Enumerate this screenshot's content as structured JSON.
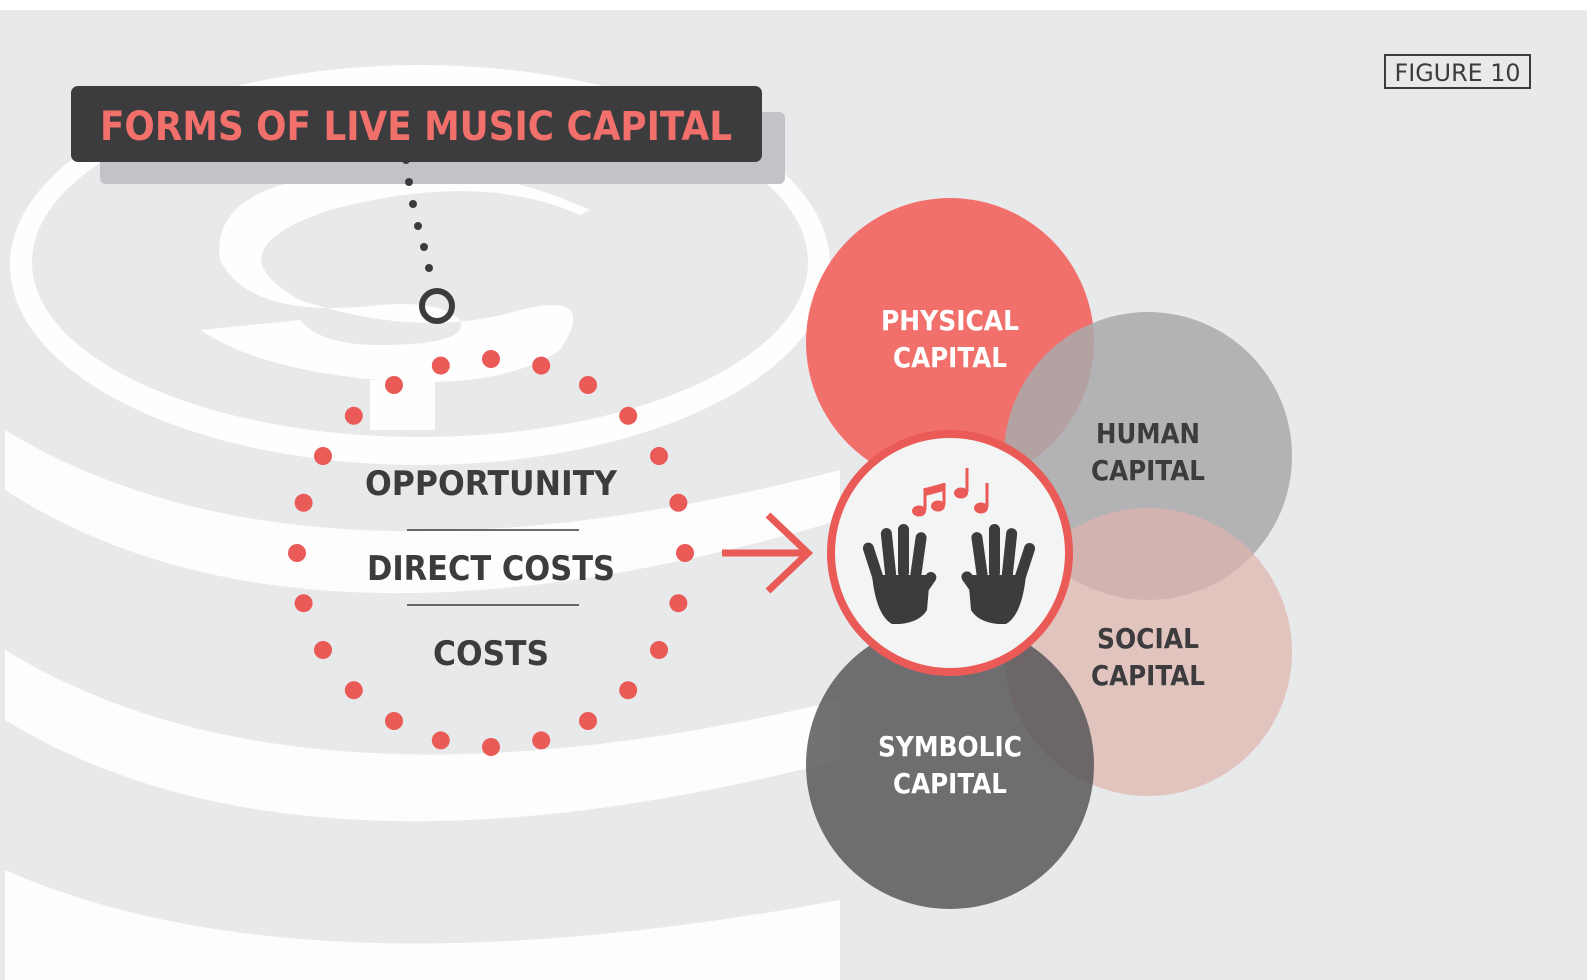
{
  "title": "FORMS OF LIVE MUSIC CAPITAL",
  "figure_label": "FIGURE 10",
  "costs": [
    "OPPORTUNITY",
    "DIRECT COSTS",
    "COSTS"
  ],
  "capitals": [
    {
      "line1": "PHYSICAL",
      "line2": "CAPITAL",
      "color": "#f2706b"
    },
    {
      "line1": "HUMAN",
      "line2": "CAPITAL",
      "color": "#a9a9ac"
    },
    {
      "line1": "SOCIAL",
      "line2": "CAPITAL",
      "color": "#e5c1bb"
    },
    {
      "line1": "SYMBOLIC",
      "line2": "CAPITAL",
      "color": "#5c5c5f"
    }
  ],
  "colors": {
    "accent": "#ea5a57",
    "dark": "#3c3c3e",
    "background": "#e8e9eb",
    "ghost": "#ffffff"
  },
  "icons": [
    "dollar-sign-icon",
    "music-notes-icon",
    "hands-icon",
    "arrow-right-icon"
  ]
}
